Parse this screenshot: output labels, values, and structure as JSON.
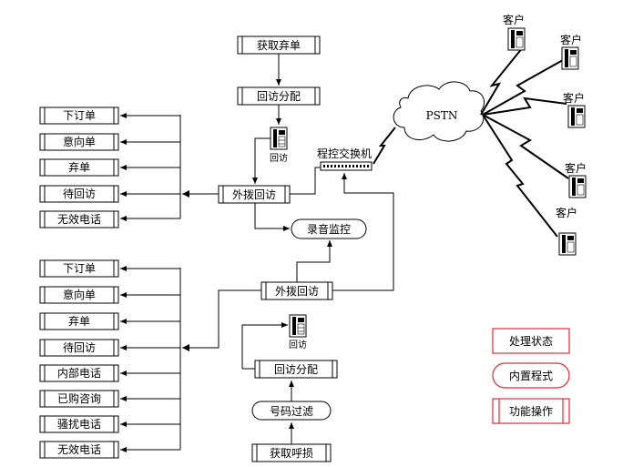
{
  "top_flow": {
    "fetch_abandoned": "获取弃单",
    "callback_assign": "回访分配",
    "phone_label": "回访",
    "outbound_callback": "外拨回访",
    "switch_label": "程控交换机",
    "pstn_label": "PSTN",
    "outcomes": [
      "下订单",
      "意向单",
      "弃单",
      "待回访",
      "无效电话"
    ]
  },
  "recording_label": "录音监控",
  "bottom_flow": {
    "outbound_callback": "外拨回访",
    "phone_label": "回访",
    "callback_assign": "回访分配",
    "number_filter": "号码过滤",
    "fetch_lost_calls": "获取呼损",
    "outcomes": [
      "下订单",
      "意向单",
      "弃单",
      "待回访",
      "内部电话",
      "已购咨询",
      "骚扰电话",
      "无效电话"
    ]
  },
  "customers": [
    "客户",
    "客户",
    "客户",
    "客户",
    "客户"
  ],
  "legend": {
    "state": "处理状态",
    "builtin": "内置程式",
    "function": "功能操作"
  }
}
